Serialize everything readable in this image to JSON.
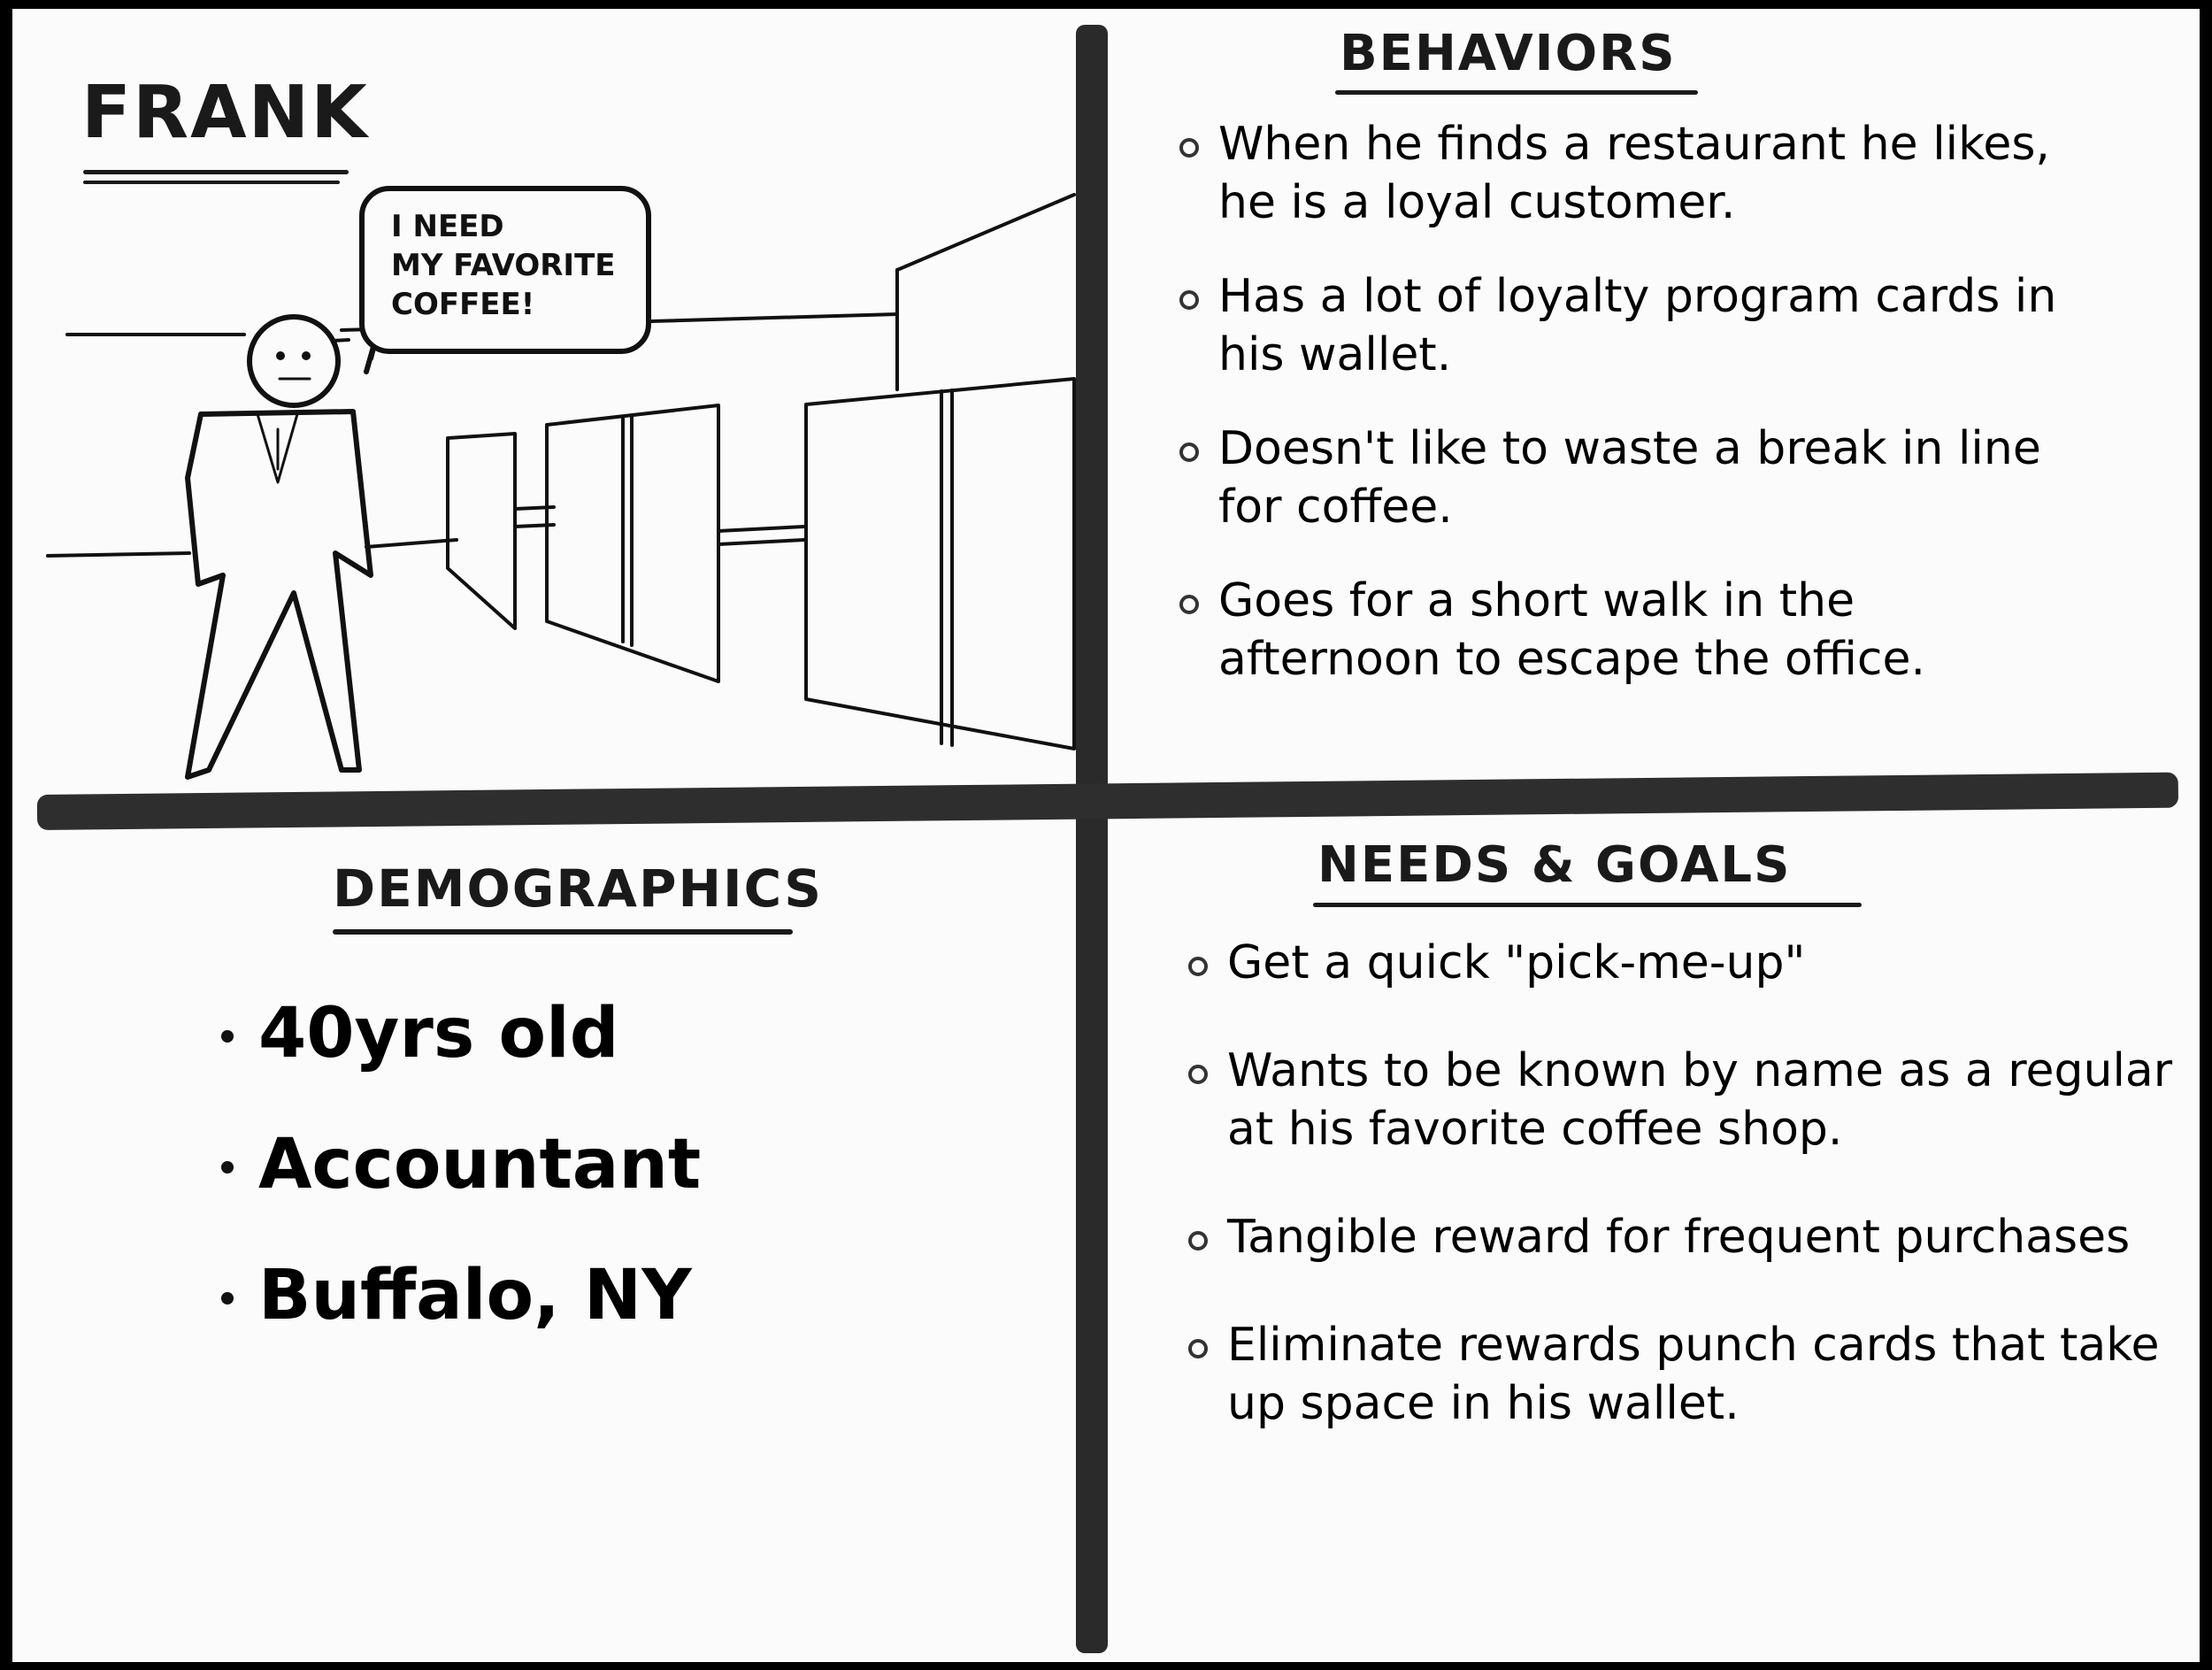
{
  "persona": {
    "name": "FRANK",
    "speech": "I NEED\nMY FAVORITE\nCOFFEE!"
  },
  "behaviors": {
    "title": "BEHAVIORS",
    "items": [
      "When he finds a restaurant he likes, he is a loyal customer.",
      "Has a lot of loyalty program cards in his wallet.",
      "Doesn't like to waste a break in line for coffee.",
      "Goes for a short walk in the afternoon to escape the office."
    ]
  },
  "demographics": {
    "title": "DEMOGRAPHICS",
    "items": [
      "40yrs old",
      "Accountant",
      "Buffalo, NY"
    ]
  },
  "needs_goals": {
    "title": "NEEDS & GOALS",
    "items": [
      "Get a quick \"pick-me-up\"",
      "Wants to be known by name as a regular at his favorite coffee shop.",
      "Tangible reward for frequent purchases",
      "Eliminate rewards punch cards that take up space in his wallet."
    ]
  },
  "colors": {
    "ink": "#1a1a1a",
    "paper": "#fbfbfb",
    "frame": "#000000"
  }
}
